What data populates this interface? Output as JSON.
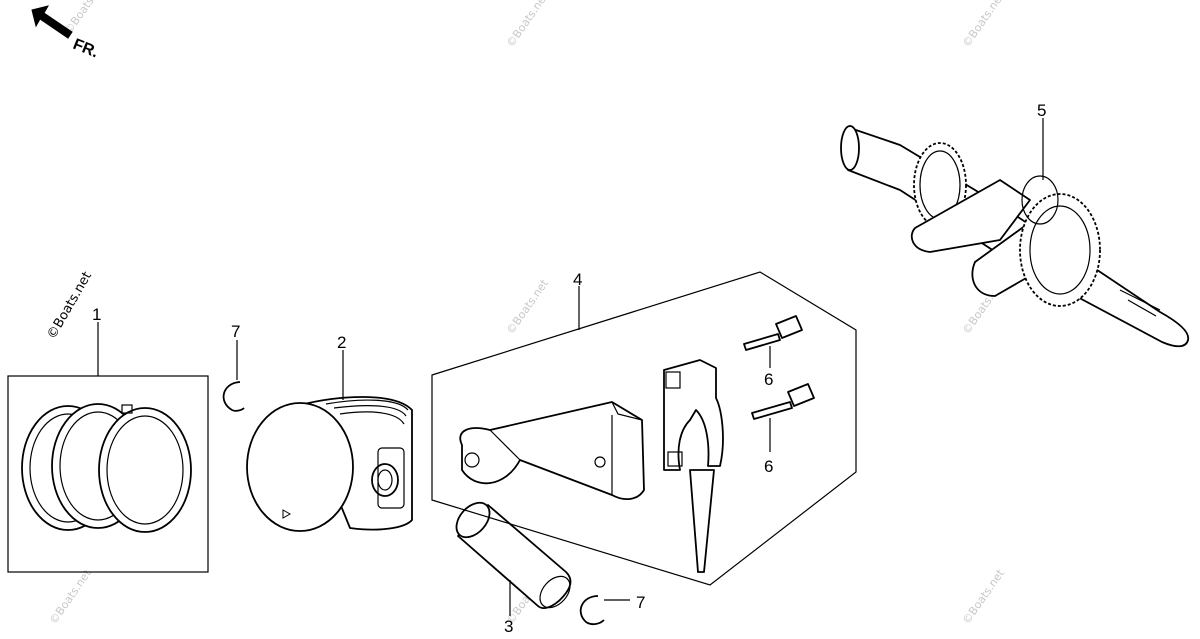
{
  "orientation": {
    "label": "FR.",
    "icon": "front-direction-arrow-icon"
  },
  "callouts": [
    {
      "id": "callout-1",
      "text": "1"
    },
    {
      "id": "callout-2",
      "text": "2"
    },
    {
      "id": "callout-3",
      "text": "3"
    },
    {
      "id": "callout-4",
      "text": "4"
    },
    {
      "id": "callout-5",
      "text": "5"
    },
    {
      "id": "callout-6a",
      "text": "6"
    },
    {
      "id": "callout-6b",
      "text": "6"
    },
    {
      "id": "callout-7a",
      "text": "7"
    },
    {
      "id": "callout-7b",
      "text": "7"
    }
  ],
  "watermark": {
    "text": "©Boats.net"
  }
}
